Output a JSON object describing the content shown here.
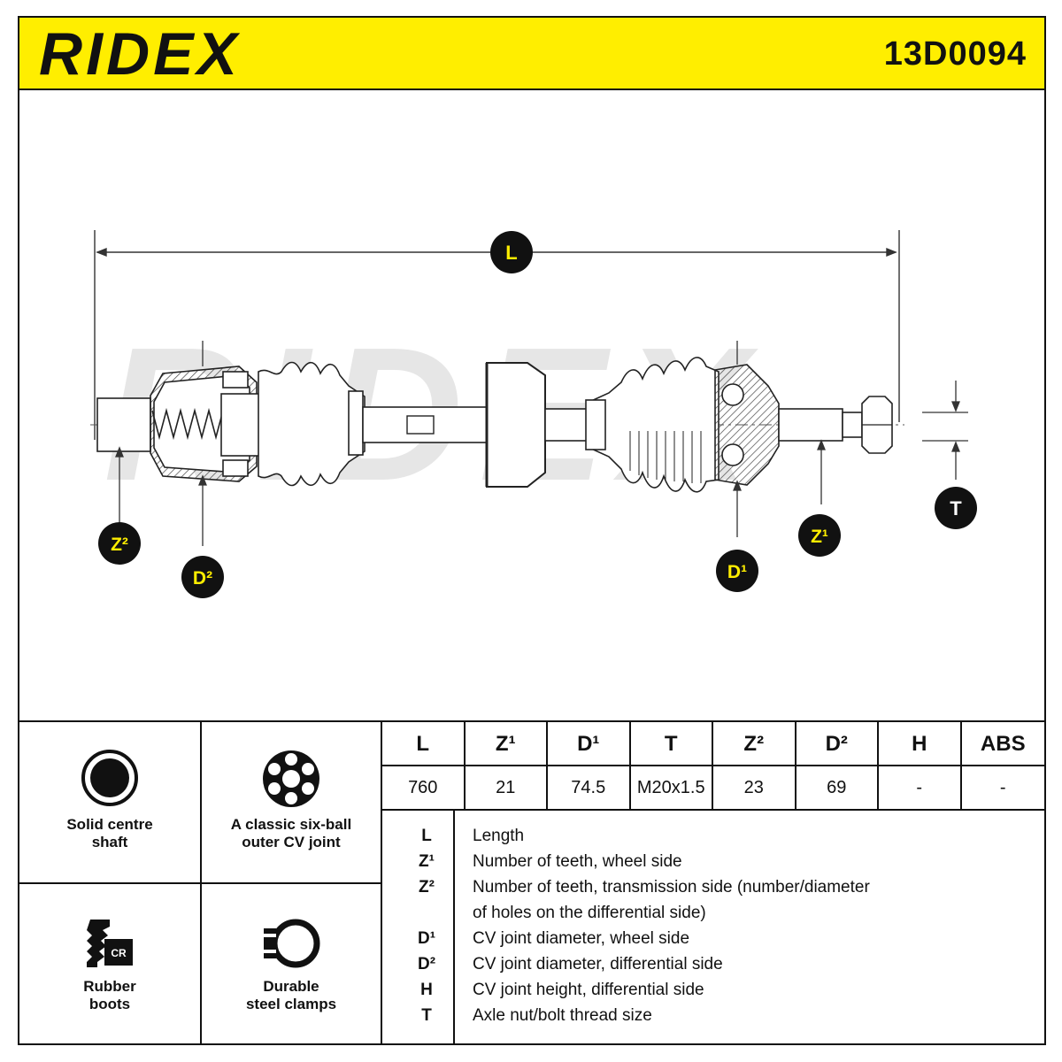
{
  "header": {
    "brand": "RIDEX",
    "part_number": "13D0094",
    "brand_color": "#ffee00"
  },
  "drawing": {
    "watermark": "RIDEX",
    "labels": {
      "L": "L",
      "Z2": "Z²",
      "D2": "D²",
      "D1": "D¹",
      "Z1": "Z¹",
      "T": "T"
    }
  },
  "features": [
    {
      "icon": "solid-shaft-icon",
      "caption": [
        "Solid centre",
        "shaft"
      ]
    },
    {
      "icon": "six-ball-joint-icon",
      "caption": [
        "A classic six-ball",
        "outer CV joint"
      ]
    },
    {
      "icon": "rubber-boot-icon",
      "icon_text": "CR",
      "caption": [
        "Rubber",
        "boots"
      ]
    },
    {
      "icon": "steel-clamp-icon",
      "caption": [
        "Durable",
        "steel clamps"
      ]
    }
  ],
  "specs": {
    "headers": [
      "L",
      "Z¹",
      "D¹",
      "T",
      "Z²",
      "D²",
      "H",
      "ABS"
    ],
    "values": [
      "760",
      "21",
      "74.5",
      "M20x1.5",
      "23",
      "69",
      "-",
      "-"
    ]
  },
  "legend": [
    {
      "key": "L",
      "desc": "Length"
    },
    {
      "key": "Z¹",
      "desc": "Number of teeth, wheel side"
    },
    {
      "key": "Z²",
      "desc": "Number of teeth, transmission side (number/diameter"
    },
    {
      "key": "",
      "desc": "of holes on the differential side)"
    },
    {
      "key": "D¹",
      "desc": "CV joint diameter, wheel side"
    },
    {
      "key": "D²",
      "desc": "CV joint diameter, differential side"
    },
    {
      "key": "H",
      "desc": "CV joint height, differential side"
    },
    {
      "key": "T",
      "desc": "Axle nut/bolt thread size"
    }
  ]
}
